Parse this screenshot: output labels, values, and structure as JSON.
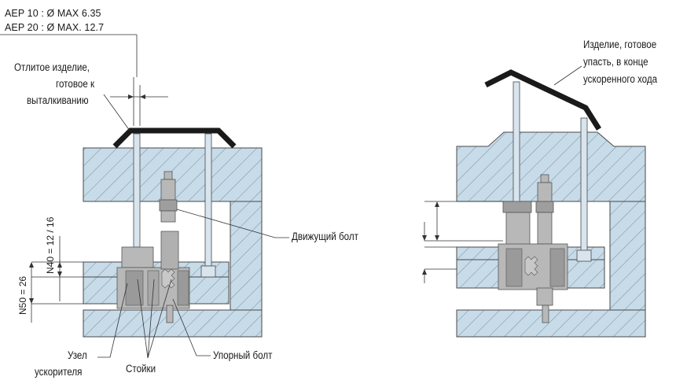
{
  "specs": {
    "aep10": "AEP 10 :  Ø MAX 6.35",
    "aep20": "AEP 20 :  Ø MAX. 12.7"
  },
  "left_labels": {
    "casting_line1": "Отлитое изделие,",
    "casting_line2": "готовое к",
    "casting_line3": "выталкиванию",
    "moving_bolt": "Движущий болт",
    "accel_line1": "Узел",
    "accel_line2": "ускорителя",
    "posts": "Стойки",
    "stop_bolt": "Упорный болт",
    "n40": "N40 = 12 / 16",
    "n50": "N50 = 26"
  },
  "right_labels": {
    "part_line1": "Изделие, готовое",
    "part_line2": "упасть, в конце",
    "part_line3": "ускоренного хода"
  },
  "colors": {
    "plate_fill": "#c7dbe8",
    "plate_stroke": "#4a4a4a",
    "hatch": "#6e8596",
    "part": "#1a1a1a",
    "mechanism": "#b8b8b8",
    "mechanism_dark": "#8a8a8a",
    "pin": "#d8e4ee"
  }
}
